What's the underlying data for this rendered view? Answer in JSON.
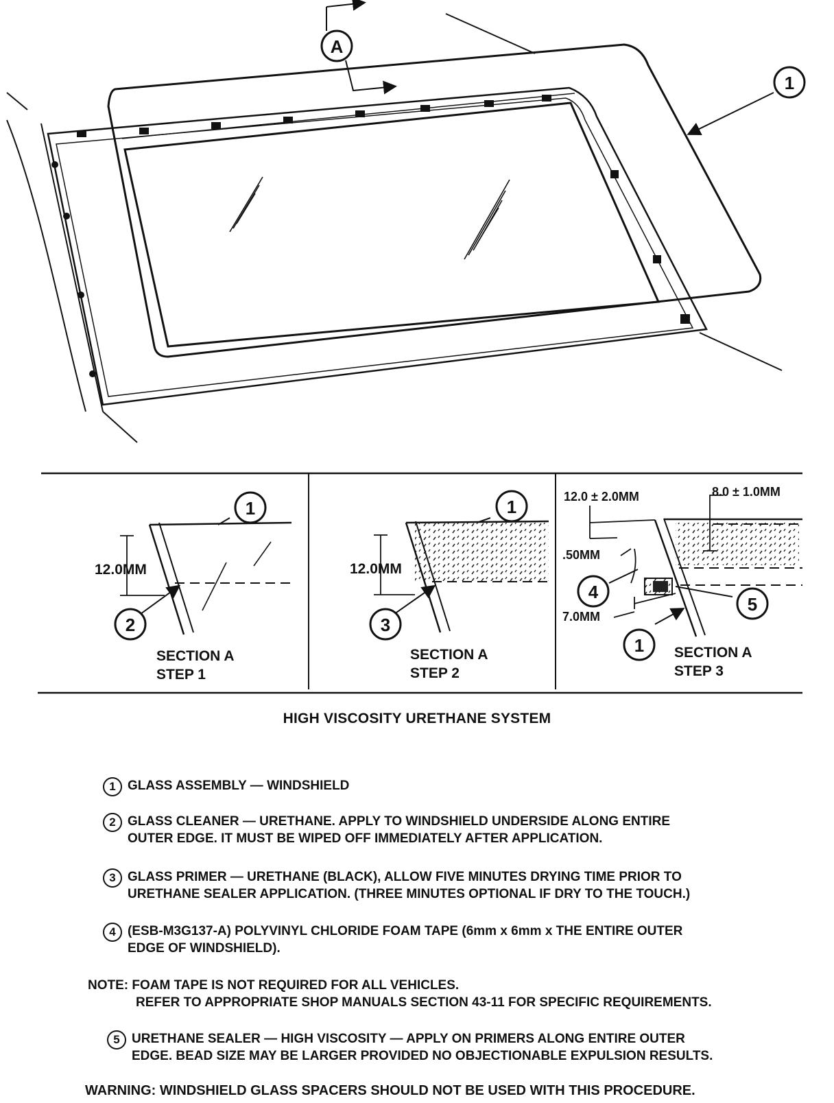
{
  "callouts": {
    "main_a": "A",
    "main_1": "1",
    "s1_1": "1",
    "s1_2": "2",
    "s2_1": "1",
    "s2_3": "3",
    "s3_4": "4",
    "s3_5": "5",
    "s3_1": "1"
  },
  "sections": {
    "s1": {
      "dim": "12.0MM",
      "label1": "SECTION A",
      "label2": "STEP 1"
    },
    "s2": {
      "dim": "12.0MM",
      "label1": "SECTION A",
      "label2": "STEP 2"
    },
    "s3": {
      "dim_top_left": "12.0 ± 2.0MM",
      "dim_top_right": "8.0 ± 1.0MM",
      "dim_50": ".50MM",
      "dim_70": "7.0MM",
      "label1": "SECTION A",
      "label2": "STEP 3"
    }
  },
  "title": "HIGH VISCOSITY URETHANE SYSTEM",
  "legend": [
    {
      "num": "1",
      "line1": "GLASS ASSEMBLY — WINDSHIELD",
      "line2": ""
    },
    {
      "num": "2",
      "line1": "GLASS CLEANER — URETHANE. APPLY TO WINDSHIELD UNDERSIDE ALONG ENTIRE",
      "line2": "OUTER EDGE. IT MUST BE WIPED OFF IMMEDIATELY AFTER APPLICATION."
    },
    {
      "num": "3",
      "line1": "GLASS PRIMER — URETHANE (BLACK), ALLOW FIVE MINUTES DRYING TIME PRIOR TO",
      "line2": "URETHANE SEALER APPLICATION. (THREE MINUTES OPTIONAL IF DRY TO THE TOUCH.)"
    },
    {
      "num": "4",
      "line1": "(ESB-M3G137-A) POLYVINYL CHLORIDE FOAM TAPE (6mm x 6mm x THE ENTIRE OUTER",
      "line2": "EDGE OF WINDSHIELD)."
    },
    {
      "num": "5",
      "line1": "URETHANE SEALER — HIGH VISCOSITY — APPLY ON PRIMERS ALONG ENTIRE OUTER",
      "line2": "EDGE. BEAD SIZE MAY BE LARGER PROVIDED NO OBJECTIONABLE EXPULSION RESULTS."
    }
  ],
  "note": {
    "prefix": "NOTE:",
    "line1": "FOAM TAPE IS NOT REQUIRED FOR ALL VEHICLES.",
    "line2": "REFER TO APPROPRIATE SHOP MANUALS SECTION 43-11 FOR SPECIFIC REQUIREMENTS."
  },
  "warning": {
    "prefix": "WARNING:",
    "text": "WINDSHIELD GLASS SPACERS SHOULD NOT BE USED WITH THIS PROCEDURE."
  }
}
